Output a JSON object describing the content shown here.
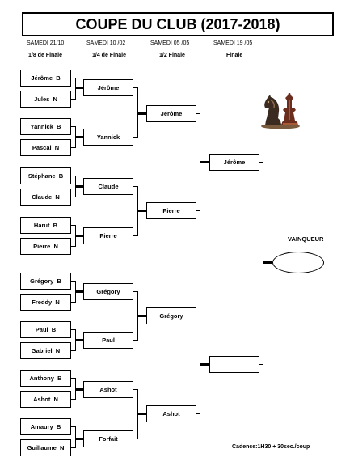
{
  "title": "COUPE DU CLUB (2017-2018)",
  "dates": [
    "SAMEDI 21/10",
    "SAMEDI  10 /02",
    "SAMEDI  05 /05",
    "SAMEDI   19 /05"
  ],
  "rounds": [
    "1/8 de Finale",
    "1/4 de Finale",
    "1/2 Finale",
    "Finale"
  ],
  "round_of_16": [
    {
      "name": "Jérôme",
      "color": "B"
    },
    {
      "name": "Jules",
      "color": "N"
    },
    {
      "name": "Yannick",
      "color": "B"
    },
    {
      "name": "Pascal",
      "color": "N"
    },
    {
      "name": "Stéphane",
      "color": "B"
    },
    {
      "name": "Claude",
      "color": "N"
    },
    {
      "name": "Harut",
      "color": "B"
    },
    {
      "name": "Pierre",
      "color": "N"
    },
    {
      "name": "Grégory",
      "color": "B"
    },
    {
      "name": "Freddy",
      "color": "N"
    },
    {
      "name": "Paul",
      "color": "B"
    },
    {
      "name": "Gabriel",
      "color": "N"
    },
    {
      "name": "Anthony",
      "color": "B"
    },
    {
      "name": "Ashot",
      "color": "N"
    },
    {
      "name": "Amaury",
      "color": "B"
    },
    {
      "name": "Guillaume",
      "color": "N"
    }
  ],
  "quarter_finals": [
    "Jérôme",
    "Yannick",
    "Claude",
    "Pierre",
    "Grégory",
    "Paul",
    "Ashot",
    "Forfait"
  ],
  "semi_finals": [
    "Jérôme",
    "Pierre",
    "Grégory",
    "Ashot"
  ],
  "final": [
    "Jérôme",
    ""
  ],
  "winner_label": "VAINQUEUR",
  "winner": "",
  "cadence": "Cadence:1H30 + 30sec./coup",
  "icon": "chess-pieces-icon"
}
